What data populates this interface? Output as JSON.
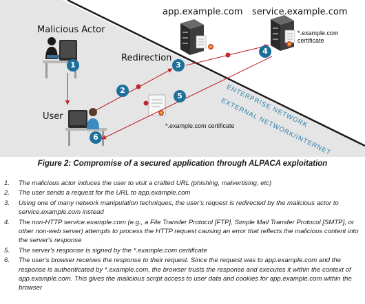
{
  "diagram": {
    "actors": {
      "malicious_actor": "Malicious Actor",
      "user": "User",
      "app_server": "app.example.com",
      "service_server": "service.example.com"
    },
    "redirection_label": "Redirection",
    "service_certificate": "*.example.com certificate",
    "response_certificate": "*.example.com certificate",
    "zones": {
      "enterprise": "ENTERPRISE NETWORK",
      "external": "EXTERNAL NETWORK/INTERNET"
    },
    "step_badges": [
      "1",
      "2",
      "3",
      "4",
      "5",
      "6"
    ],
    "colors": {
      "badge": "#1f6f9c",
      "arrow": "#c0262e",
      "zone_bg": "#e5e5e5",
      "divider": "#1a1a1a",
      "zone_text": "#2a7fab"
    }
  },
  "caption": "Figure 2: Compromise of a secured application through ALPACA exploitation",
  "steps": [
    {
      "num": "1.",
      "text": "The malicious actor induces the user to visit a crafted URL (phishing, malvertising, etc)"
    },
    {
      "num": "2.",
      "text": "The user sends a request for the URL to app.example.com"
    },
    {
      "num": "3.",
      "text": "Using one of many network manipulation techniques, the user's request is redirected by the malicious actor to service.example.com instead"
    },
    {
      "num": "4.",
      "text": "The non-HTTP service.example.com (e.g., a File Transfer Protocol [FTP], Simple Mail Transfer Protocol [SMTP], or other non-web server) attempts to process the HTTP request causing an error that reflects the malicious content into the server's response"
    },
    {
      "num": "5.",
      "text": "The server's response is signed by the *.example.com certificate"
    },
    {
      "num": "6.",
      "text": "The user's browser receives the response to their request. Since the request was to app.example.com and the response is authenticated by *.example.com, the browser trusts the response and executes it within the context of app.example.com. This gives the malicious script access to user data and cookies for app.example.com within the browser"
    }
  ]
}
